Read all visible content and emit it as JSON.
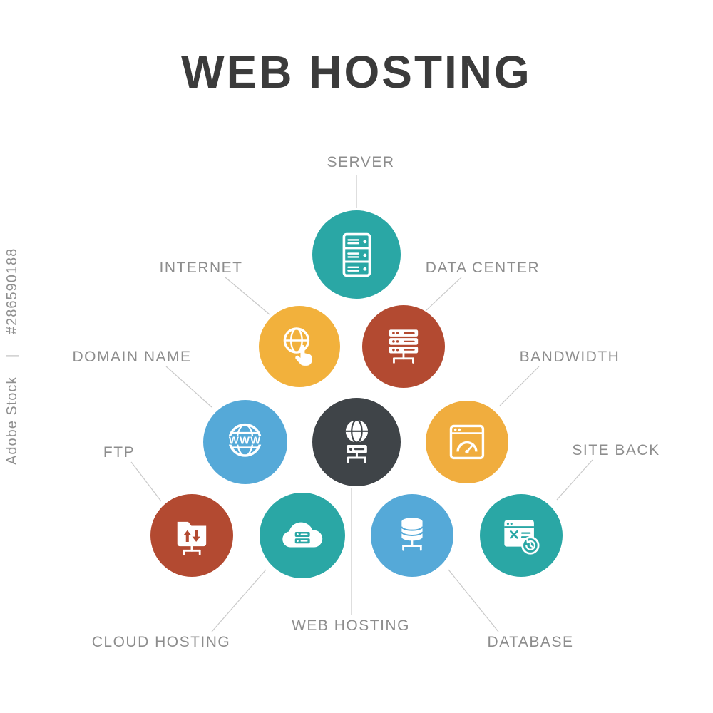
{
  "watermark": {
    "brand": "Adobe Stock",
    "separator": "|",
    "image_id": "#286590188"
  },
  "title": "WEB HOSTING",
  "colors": {
    "background": "#ffffff",
    "title_text": "#3b3b3b",
    "label_text": "#8d8d8d",
    "connector_line": "#c9c9c9",
    "teal": "#2aa7a5",
    "yellow": "#f2b13c",
    "rust": "#b34a31",
    "blue": "#55a9d8",
    "dark": "#3f4448"
  },
  "nodes": [
    {
      "id": "server",
      "label": "SERVER",
      "color": "#2aa7a5",
      "icon": "server-icon"
    },
    {
      "id": "internet",
      "label": "INTERNET",
      "color": "#f2b13c",
      "icon": "internet-globe-click-icon"
    },
    {
      "id": "data-center",
      "label": "DATA CENTER",
      "color": "#b34a31",
      "icon": "data-center-icon"
    },
    {
      "id": "domain-name",
      "label": "DOMAIN NAME",
      "color": "#55a9d8",
      "icon": "www-globe-icon",
      "icon_text": "WWW"
    },
    {
      "id": "web-hosting-center",
      "label": "WEB HOSTING",
      "color": "#3f4448",
      "icon": "web-hosting-icon"
    },
    {
      "id": "bandwidth",
      "label": "BANDWIDTH",
      "color": "#f0ad3e",
      "icon": "bandwidth-gauge-icon"
    },
    {
      "id": "ftp",
      "label": "FTP",
      "color": "#b34a31",
      "icon": "ftp-folder-icon"
    },
    {
      "id": "cloud-hosting",
      "label": "CLOUD HOSTING",
      "color": "#2aa7a5",
      "icon": "cloud-hosting-icon"
    },
    {
      "id": "database",
      "label": "DATABASE",
      "color": "#55a9d8",
      "icon": "database-icon"
    },
    {
      "id": "site-backup",
      "label": "SITE BACK",
      "color": "#2aa7a5",
      "icon": "site-backup-icon"
    }
  ]
}
